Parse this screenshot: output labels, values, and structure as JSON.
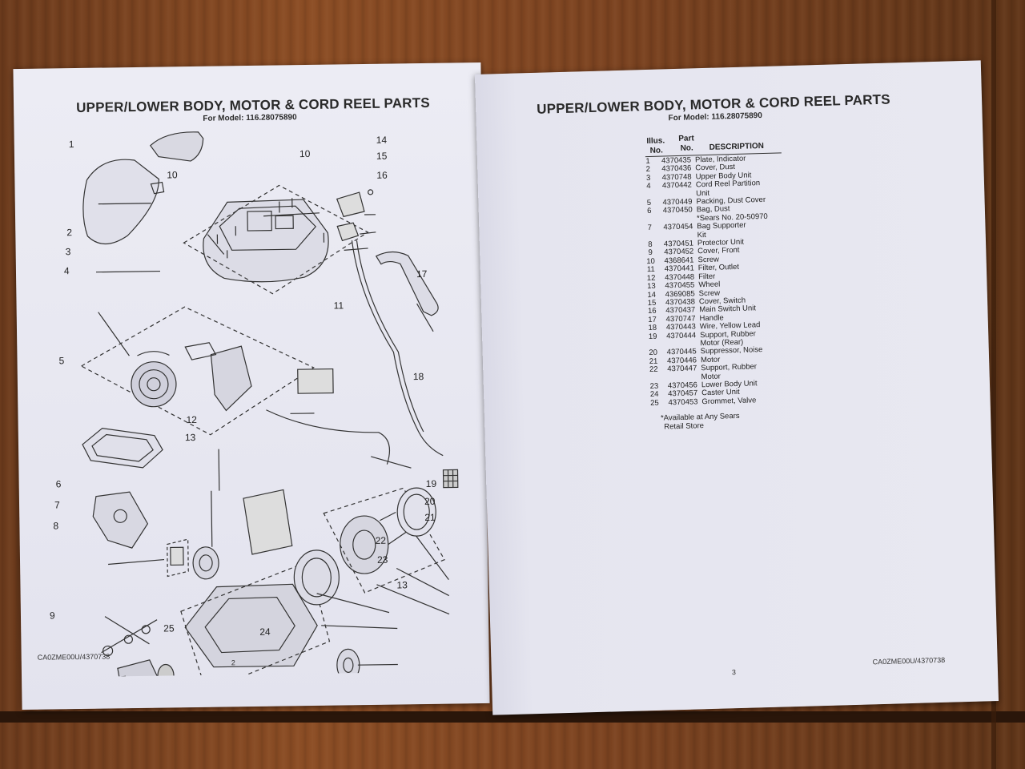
{
  "left_page": {
    "title": "UPPER/LOWER BODY, MOTOR & CORD REEL PARTS",
    "subtitle": "For Model: 116.28075890",
    "doc_code": "CA0ZME00U/4370738",
    "page_number": "2",
    "callouts": {
      "c1": "1",
      "c2": "2",
      "c3": "3",
      "c4": "4",
      "c5": "5",
      "c6": "6",
      "c7": "7",
      "c8": "8",
      "c9": "9",
      "c10a": "10",
      "c10b": "10",
      "c11": "11",
      "c12": "12",
      "c13a": "13",
      "c13b": "13",
      "c14": "14",
      "c15": "15",
      "c16": "16",
      "c17": "17",
      "c18": "18",
      "c19": "19",
      "c20": "20",
      "c21": "21",
      "c22": "22",
      "c23": "23",
      "c24": "24",
      "c25": "25"
    }
  },
  "right_page": {
    "title": "UPPER/LOWER BODY, MOTOR & CORD REEL PARTS",
    "subtitle": "For Model: 116.28075890",
    "doc_code": "CA0ZME00U/4370738",
    "page_number": "3",
    "headers": {
      "illus_1": "Illus.",
      "illus_2": "No.",
      "part_1": "Part",
      "part_2": "No.",
      "description": "DESCRIPTION"
    },
    "rows": [
      {
        "no": "1",
        "part": "4370435",
        "desc": "Plate, Indicator"
      },
      {
        "no": "2",
        "part": "4370436",
        "desc": "Cover, Dust"
      },
      {
        "no": "3",
        "part": "4370748",
        "desc": "Upper Body Unit"
      },
      {
        "no": "4",
        "part": "4370442",
        "desc": "Cord Reel Partition"
      },
      {
        "no": "",
        "part": "",
        "desc": "Unit"
      },
      {
        "no": "5",
        "part": "4370449",
        "desc": "Packing, Dust Cover"
      },
      {
        "no": "6",
        "part": "4370450",
        "desc": "Bag, Dust"
      },
      {
        "no": "",
        "part": "",
        "desc": "*Sears No. 20-50970"
      },
      {
        "no": "7",
        "part": "4370454",
        "desc": "Bag Supporter"
      },
      {
        "no": "",
        "part": "",
        "desc": "Kit"
      },
      {
        "no": "8",
        "part": "4370451",
        "desc": "Protector Unit"
      },
      {
        "no": "9",
        "part": "4370452",
        "desc": "Cover, Front"
      },
      {
        "no": "10",
        "part": "4368641",
        "desc": "Screw"
      },
      {
        "no": "11",
        "part": "4370441",
        "desc": "Filter, Outlet"
      },
      {
        "no": "12",
        "part": "4370448",
        "desc": "Filter"
      },
      {
        "no": "13",
        "part": "4370455",
        "desc": "Wheel"
      },
      {
        "no": "14",
        "part": "4369085",
        "desc": "Screw"
      },
      {
        "no": "15",
        "part": "4370438",
        "desc": "Cover, Switch"
      },
      {
        "no": "16",
        "part": "4370437",
        "desc": "Main Switch Unit"
      },
      {
        "no": "17",
        "part": "4370747",
        "desc": "Handle"
      },
      {
        "no": "18",
        "part": "4370443",
        "desc": "Wire, Yellow Lead"
      },
      {
        "no": "19",
        "part": "4370444",
        "desc": "Support, Rubber"
      },
      {
        "no": "",
        "part": "",
        "desc": "Motor (Rear)"
      },
      {
        "no": "20",
        "part": "4370445",
        "desc": "Suppressor, Noise"
      },
      {
        "no": "21",
        "part": "4370446",
        "desc": "Motor"
      },
      {
        "no": "22",
        "part": "4370447",
        "desc": "Support, Rubber"
      },
      {
        "no": "",
        "part": "",
        "desc": "Motor"
      },
      {
        "no": "23",
        "part": "4370456",
        "desc": "Lower Body Unit"
      },
      {
        "no": "24",
        "part": "4370457",
        "desc": "Caster Unit"
      },
      {
        "no": "25",
        "part": "4370453",
        "desc": "Grommet, Valve"
      }
    ],
    "note_line1": "*Available at Any Sears",
    "note_line2": "Retail Store"
  }
}
